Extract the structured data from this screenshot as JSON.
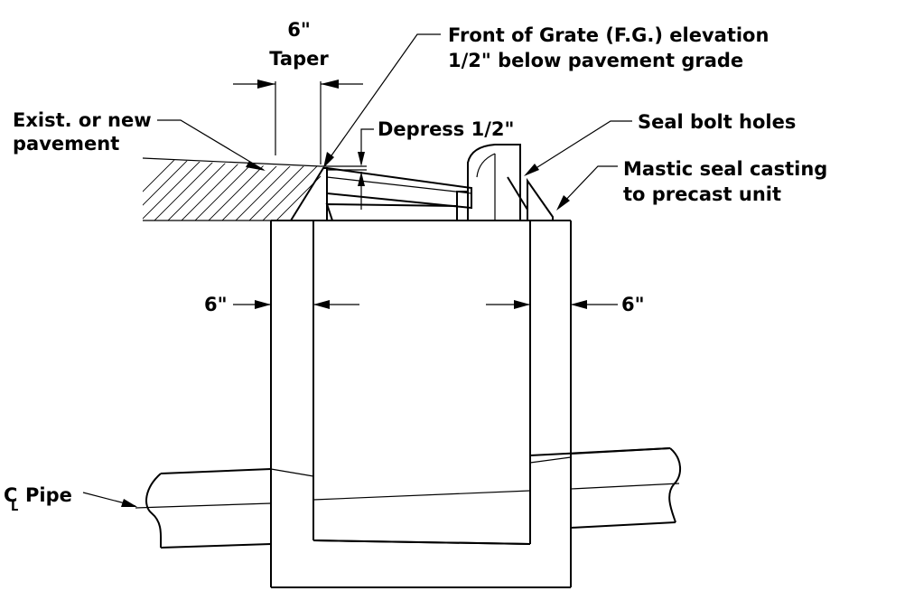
{
  "labels": {
    "taper_dim": "6\"",
    "taper": "Taper",
    "front_of_grate_line1": "Front of Grate (F.G.) elevation",
    "front_of_grate_line2": "1/2\" below pavement grade",
    "pavement_line1": "Exist. or new",
    "pavement_line2": "pavement",
    "depress": "Depress 1/2\"",
    "seal_bolt_holes": "Seal bolt holes",
    "mastic_line1": "Mastic seal casting",
    "mastic_line2": "to precast unit",
    "left_wall_dim": "6\"",
    "right_wall_dim": "6\"",
    "pipe_label": "Pipe",
    "centerline_symbol": "C̲L"
  },
  "colors": {
    "ink": "#000000",
    "background": "#ffffff"
  }
}
